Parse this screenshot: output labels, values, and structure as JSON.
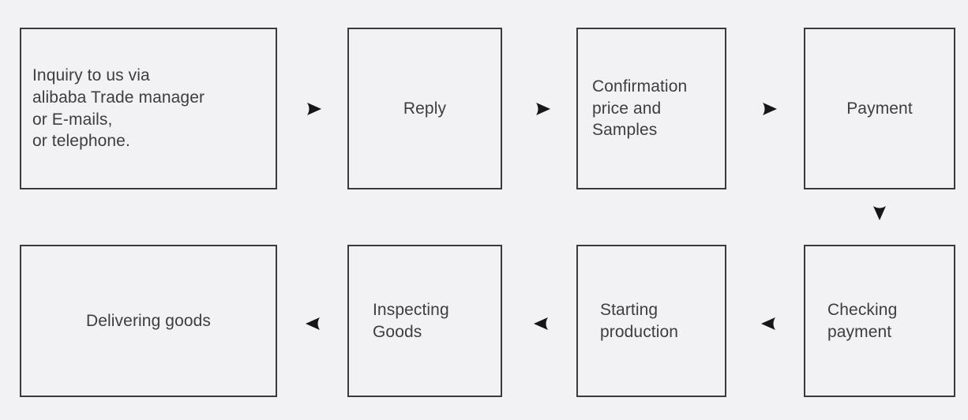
{
  "diagram": {
    "background_color": "#f2f1f4",
    "border_color": "#3a3a40",
    "text_color": "#3d3d42",
    "arrow_color": "#15151a",
    "nodes": [
      {
        "id": "inquiry",
        "label": "Inquiry to us via\nalibaba Trade manager\nor E-mails,\nor telephone."
      },
      {
        "id": "reply",
        "label": "Reply"
      },
      {
        "id": "confirmation",
        "label": "Confirmation\nprice and\nSamples"
      },
      {
        "id": "payment",
        "label": "Payment"
      },
      {
        "id": "checking",
        "label": "Checking\npayment"
      },
      {
        "id": "starting",
        "label": "Starting\nproduction"
      },
      {
        "id": "inspecting",
        "label": "Inspecting\nGoods"
      },
      {
        "id": "delivering",
        "label": "Delivering goods"
      }
    ],
    "arrows": [
      {
        "id": "inquiry-reply",
        "direction": "right",
        "from": "inquiry",
        "to": "reply"
      },
      {
        "id": "reply-confirmation",
        "direction": "right",
        "from": "reply",
        "to": "confirmation"
      },
      {
        "id": "confirmation-payment",
        "direction": "right",
        "from": "confirmation",
        "to": "payment"
      },
      {
        "id": "payment-checking",
        "direction": "down",
        "from": "payment",
        "to": "checking"
      },
      {
        "id": "checking-starting",
        "direction": "left",
        "from": "checking",
        "to": "starting"
      },
      {
        "id": "starting-inspecting",
        "direction": "left",
        "from": "starting",
        "to": "inspecting"
      },
      {
        "id": "inspecting-delivering",
        "direction": "left",
        "from": "inspecting",
        "to": "delivering"
      }
    ]
  }
}
